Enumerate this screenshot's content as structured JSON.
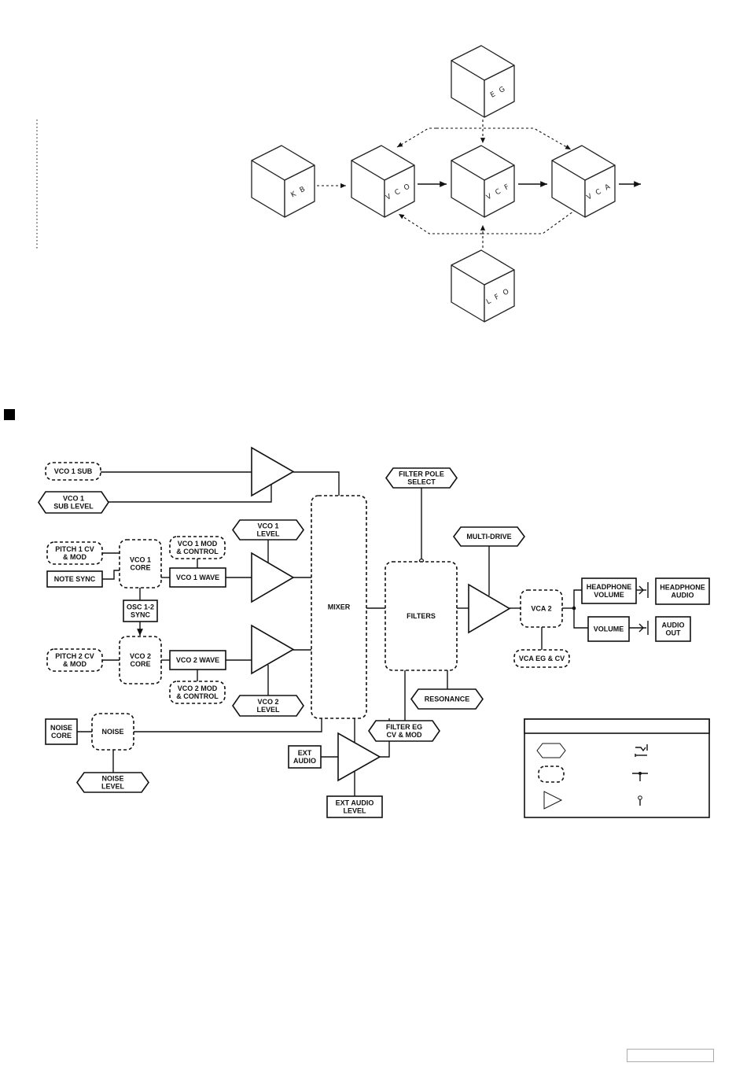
{
  "concept_diagram": {
    "modules": {
      "kb": "K B",
      "vco": "V C O",
      "vcf": "V C F",
      "vca": "V C A",
      "eg": "E G",
      "lfo": "L F O"
    }
  },
  "block_diagram": {
    "vco1_sub": "VCO 1 SUB",
    "vco1_sub_level": [
      "VCO 1",
      "SUB LEVEL"
    ],
    "pitch1_cv": [
      "PITCH 1 CV",
      "& MOD"
    ],
    "note_sync": "NOTE SYNC",
    "vco1_core": [
      "VCO 1",
      "CORE"
    ],
    "vco1_mod": [
      "VCO 1 MOD",
      "& CONTROL"
    ],
    "vco1_wave": "VCO 1 WAVE",
    "vco1_level": [
      "VCO 1",
      "LEVEL"
    ],
    "osc_sync": [
      "OSC 1-2",
      "SYNC"
    ],
    "pitch2_cv": [
      "PITCH 2 CV",
      "& MOD"
    ],
    "vco2_core": [
      "VCO 2",
      "CORE"
    ],
    "vco2_wave": "VCO 2 WAVE",
    "vco2_mod": [
      "VCO 2 MOD",
      "& CONTROL"
    ],
    "vco2_level": [
      "VCO 2",
      "LEVEL"
    ],
    "noise_core": [
      "NOISE",
      "CORE"
    ],
    "noise": "NOISE",
    "noise_level": [
      "NOISE",
      "LEVEL"
    ],
    "mixer": "MIXER",
    "ext_audio": [
      "EXT",
      "AUDIO"
    ],
    "ext_audio_level": [
      "EXT AUDIO",
      "LEVEL"
    ],
    "filter_pole_select": [
      "FILTER POLE",
      "SELECT"
    ],
    "filters": "FILTERS",
    "resonance": "RESONANCE",
    "filter_eg": [
      "FILTER EG",
      "CV & MOD"
    ],
    "multi_drive": "MULTI-DRIVE",
    "vca2": "VCA 2",
    "vca_eg_cv": "VCA EG & CV",
    "headphone_volume": [
      "HEADPHONE",
      "VOLUME"
    ],
    "headphone_audio": [
      "HEADPHONE",
      "AUDIO"
    ],
    "volume": "VOLUME",
    "audio_out": [
      "AUDIO",
      "OUT"
    ]
  }
}
